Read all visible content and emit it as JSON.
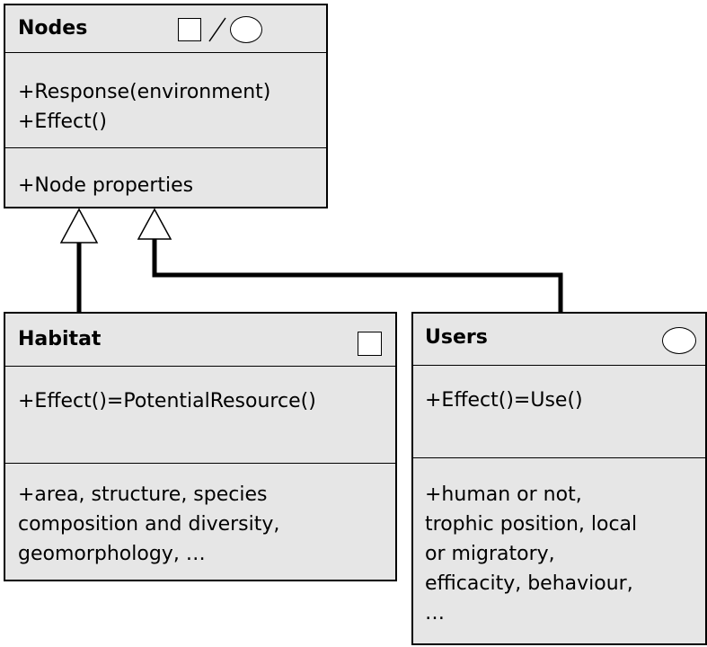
{
  "nodes": {
    "title": "Nodes",
    "methods": [
      "+Response(environment)",
      "+Effect()"
    ],
    "properties": [
      "+Node properties"
    ],
    "icons": [
      "square-icon",
      "slash-icon",
      "circle-icon"
    ]
  },
  "habitat": {
    "title": "Habitat",
    "methods": [
      "+Effect()=PotentialResource()"
    ],
    "properties": [
      "+area, structure, species",
      "composition and diversity,",
      "geomorphology, …"
    ],
    "icon": "square-icon"
  },
  "users": {
    "title": "Users",
    "methods": [
      "+Effect()=Use()"
    ],
    "properties": [
      "+human or not,",
      "trophic position, local",
      "or migratory,",
      "efficacity, behaviour,",
      "…"
    ],
    "icon": "circle-icon"
  },
  "colors": {
    "box_fill": "#e6e6e6",
    "line": "#000000"
  }
}
